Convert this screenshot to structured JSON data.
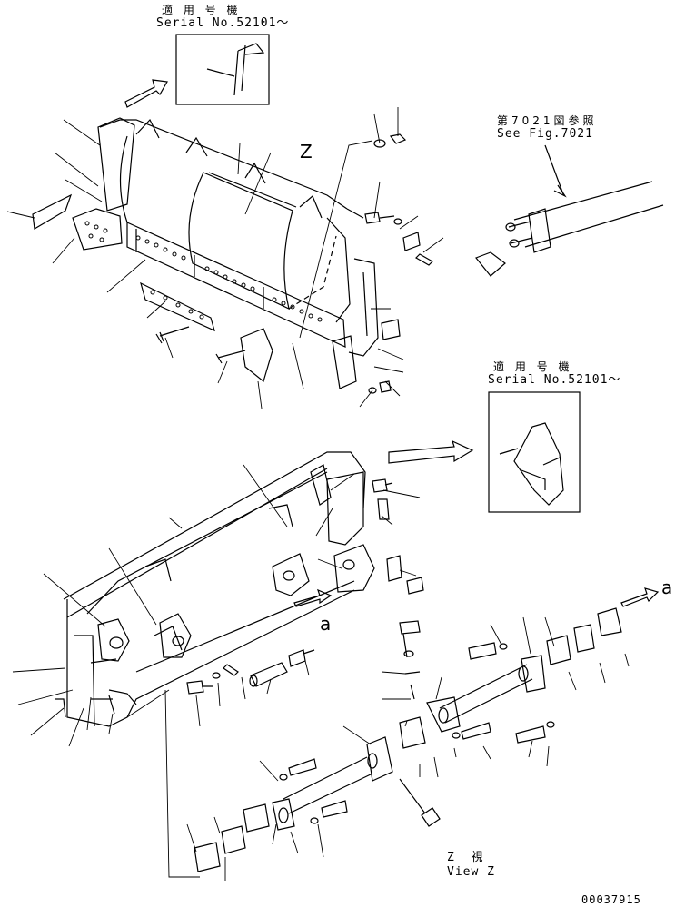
{
  "callouts": {
    "top_applicable_jp": "適 用 号 機",
    "top_serial": "Serial No.52101～",
    "fig_ref_jp": "第7021図参照",
    "fig_ref_en": "See Fig.7021",
    "mid_applicable_jp": "適 用 号 機",
    "mid_serial": "Serial No.52101～",
    "view_mark": "Z",
    "section_mark_a1": "a",
    "section_mark_a2": "a",
    "view_jp": "Z  視",
    "view_en": "View Z",
    "drawing_number": "00037915"
  }
}
